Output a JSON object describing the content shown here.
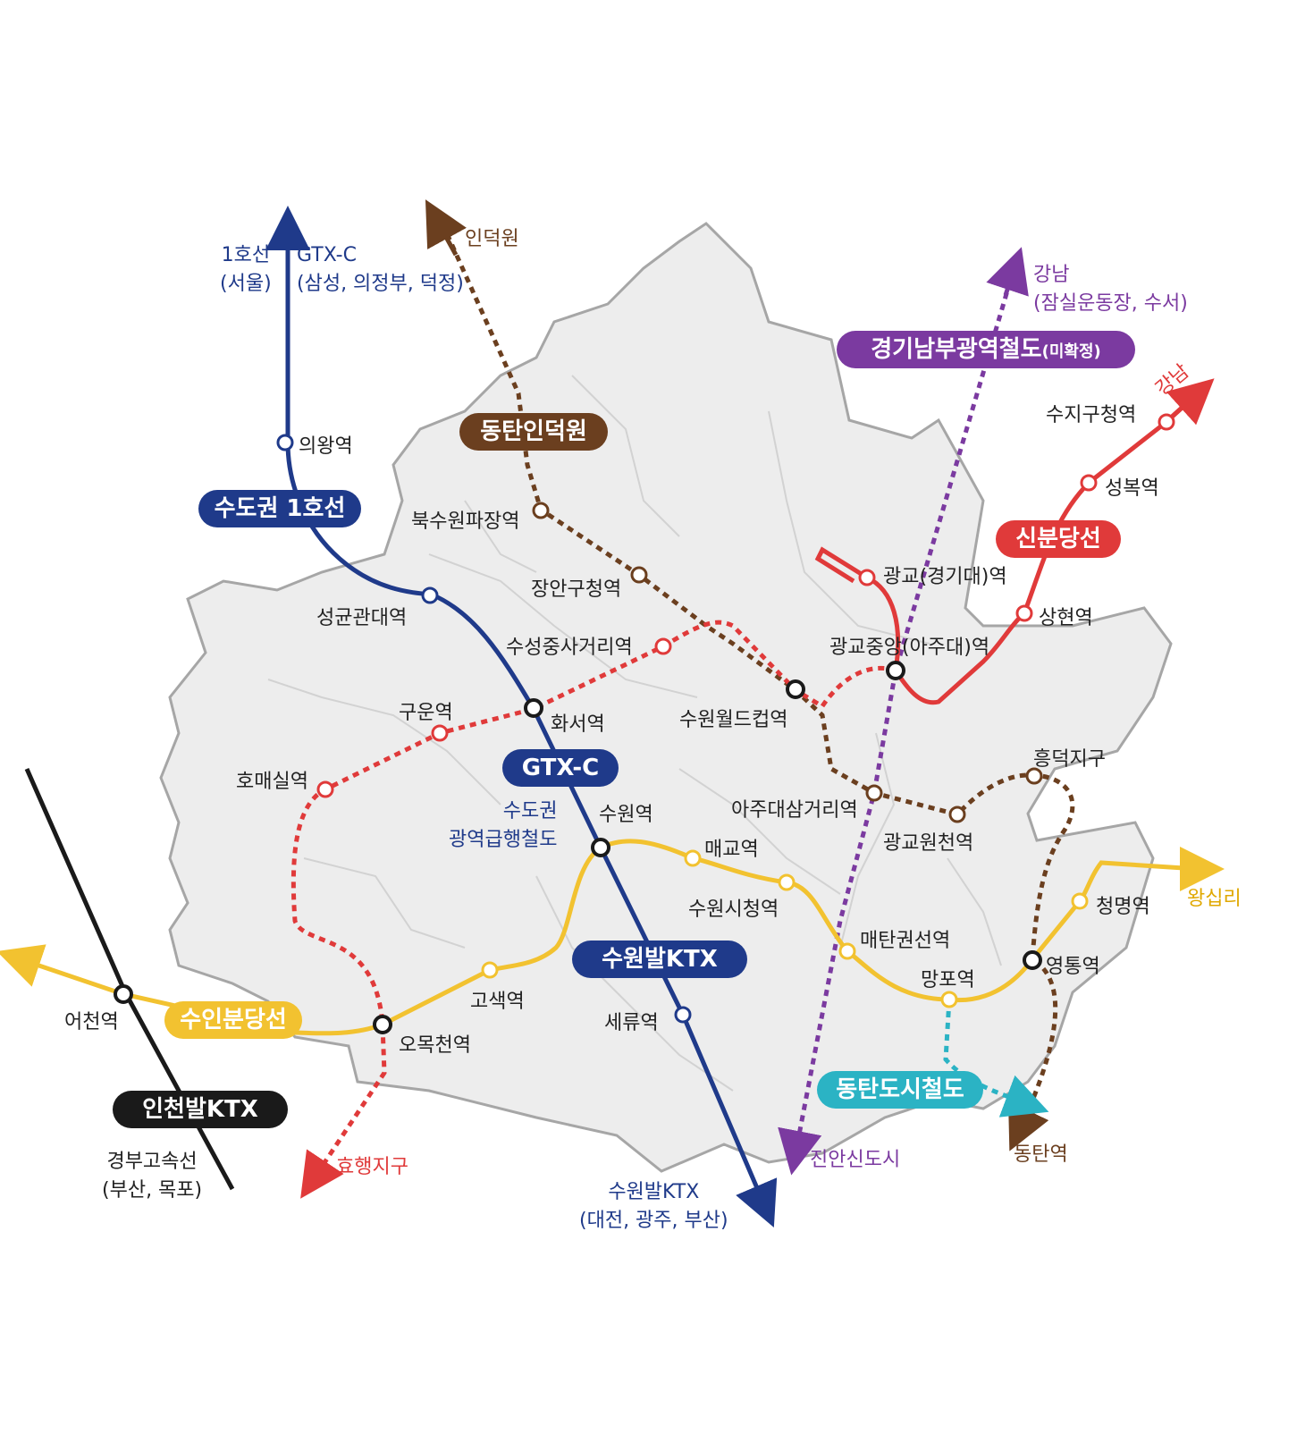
{
  "colors": {
    "line1": "#1f3a8a",
    "gtx": "#1f3a8a",
    "dongtan_indeokwon": "#6b3f1f",
    "gyeonggi_south": "#7b3aa0",
    "shinbundang": "#e03a3a",
    "suin": "#f2c230",
    "incheon_ktx": "#1a1a1a",
    "dongtan_city": "#2bb3c4",
    "suwon_ktx": "#1f3a8a",
    "region_fill": "#ededed",
    "region_stroke": "#a6a6a6"
  },
  "line_names": {
    "line1": "수도권 1호선",
    "gtx": "GTX-C",
    "suwon_ktx": "수원발KTX",
    "dongtan_indeokwon": "동탄인덕원",
    "gyeonggi_south_main": "경기남부광역철도",
    "gyeonggi_south_sub": "(미확정)",
    "shinbundang": "신분당선",
    "suin": "수인분당선",
    "incheon_ktx": "인천발KTX",
    "dongtan_city": "동탄도시철도"
  },
  "stations": {
    "uiwang": "의왕역",
    "skku": "성균관대역",
    "hwaseo": "화서역",
    "suwon": "수원역",
    "seryu": "세류역",
    "bugsuwon": "북수원파장역",
    "jangan": "장안구청역",
    "worldcup": "수원월드컵역",
    "ajudae_samgeori": "아주대삼거리역",
    "gwanggyo_wonchon": "광교원천역",
    "heungdeok": "흥덕지구",
    "yeongtong": "영통역",
    "suji": "수지구청역",
    "seongbok": "성복역",
    "gwanggyo_kyonggi": "광교(경기대)역",
    "sanghyeon": "상현역",
    "gwanggyo_center": "광교중앙(아주대)역",
    "suseong": "수성중사거리역",
    "guun": "구운역",
    "homaesil": "호매실역",
    "maegyo": "매교역",
    "suwon_cityhall": "수원시청역",
    "maetan": "매탄권선역",
    "mangpo": "망포역",
    "cheongmyeong": "청명역",
    "gosaek": "고색역",
    "omokcheon": "오목천역",
    "eocheon": "어천역"
  },
  "destinations": {
    "line1_dest_1": "1호선",
    "line1_dest_2": "(서울)",
    "gtx_dest_1": "GTX-C",
    "gtx_dest_2": "(삼성, 의정부, 덕정)",
    "indeokwon": "인덕원",
    "gangnam_dest_1": "강남",
    "gangnam_dest_2": "(잠실운동장, 수서)",
    "shinbundang_dest": "강남",
    "wangsimni": "왕십리",
    "dongtan": "동탄역",
    "jinan": "진안신도시",
    "hyohaeng": "효행지구",
    "ktx_dest_1": "수원발KTX",
    "ktx_dest_2": "(대전, 광주, 부산)",
    "gyeongbu_1": "경부고속선",
    "gyeongbu_2": "(부산, 목포)",
    "gtx_station_1": "수도권",
    "gtx_station_2": "광역급행철도"
  }
}
